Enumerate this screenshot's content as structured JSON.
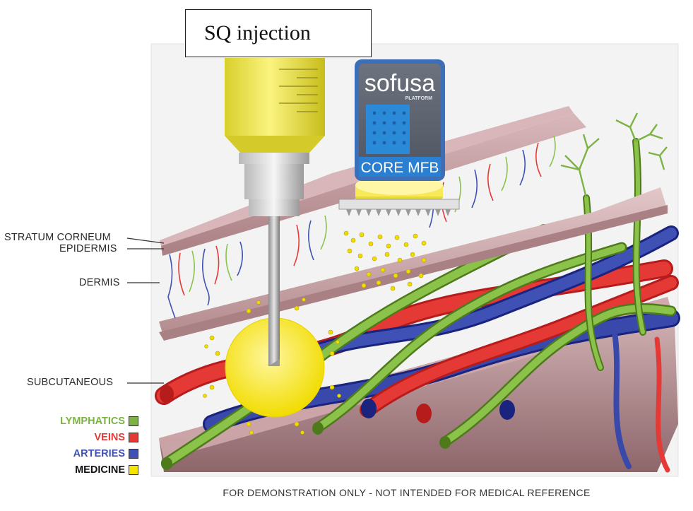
{
  "callout": {
    "text": "SQ injection"
  },
  "badge": {
    "brand": "sofusa",
    "platform": "PLATFORM",
    "product": "CORE MFB"
  },
  "layers": [
    {
      "key": "stratum",
      "label": "STRATUM CORNEUM"
    },
    {
      "key": "epidermis",
      "label": "EPIDERMIS"
    },
    {
      "key": "dermis",
      "label": "DERMIS"
    },
    {
      "key": "subcutaneous",
      "label": "SUBCUTANEOUS"
    }
  ],
  "legend": [
    {
      "label": "LYMPHATICS",
      "color": "#7cb342"
    },
    {
      "label": "VEINS",
      "color": "#e53935"
    },
    {
      "label": "ARTERIES",
      "color": "#3f51b5"
    },
    {
      "label": "MEDICINE",
      "color": "#f5e400",
      "text_color": "#111111"
    }
  ],
  "footer": "FOR DEMONSTRATION ONLY - NOT INTENDED FOR MEDICAL REFERENCE",
  "colors": {
    "skin": "#c9a3a6",
    "skin_dark": "#9b7377",
    "lymph": "#86b940",
    "vein": "#d8262a",
    "artery": "#2f4fa8",
    "medicine": "#f4e21e",
    "syringe": "#f1ea4f",
    "badge_bg": "#5e6470",
    "badge_blue": "#2a8ad8"
  }
}
